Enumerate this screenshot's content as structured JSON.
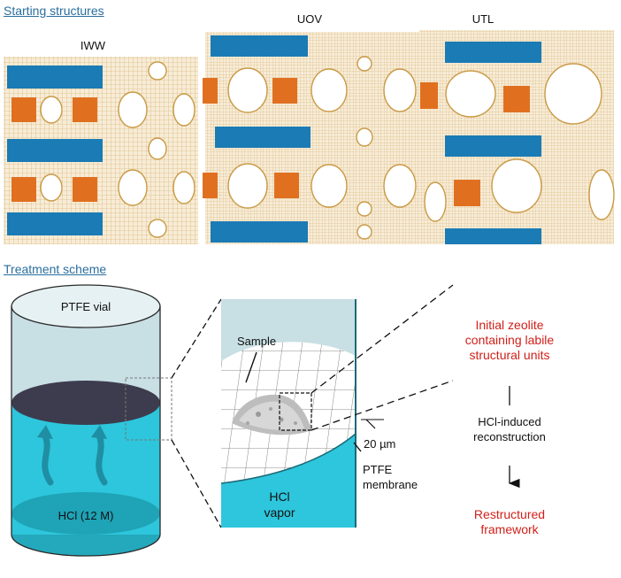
{
  "sections": {
    "starting_title": "Starting structures",
    "treatment_title": "Treatment scheme"
  },
  "frameworks": [
    {
      "label": "IWW"
    },
    {
      "label": "UOV"
    },
    {
      "label": "UTL"
    }
  ],
  "vial": {
    "top_label": "PTFE vial",
    "bottom_label": "HCl (12 M)"
  },
  "zoom": {
    "sample_label": "Sample",
    "scale_label": "20 µm",
    "membrane_label_1": "PTFE",
    "membrane_label_2": "membrane",
    "vapor_label_1": "HCl",
    "vapor_label_2": "vapor"
  },
  "flow": {
    "step1_line1": "Initial zeolite",
    "step1_line2": "containing labile",
    "step1_line3": "structural units",
    "step2_line1": "HCl-induced",
    "step2_line2": "reconstruction",
    "step3_line1": "Restructured",
    "step3_line2": "framework"
  },
  "colors": {
    "framework_gold": "#c99a45",
    "layer_blue": "#1a7bb5",
    "unit_orange": "#e07020",
    "hcl_cyan": "#2dc6dc",
    "vial_top": "#c8dfe4",
    "disk_dark": "#3d3c4e",
    "flow_red": "#d0201a",
    "title_blue": "#2a6e9e"
  }
}
